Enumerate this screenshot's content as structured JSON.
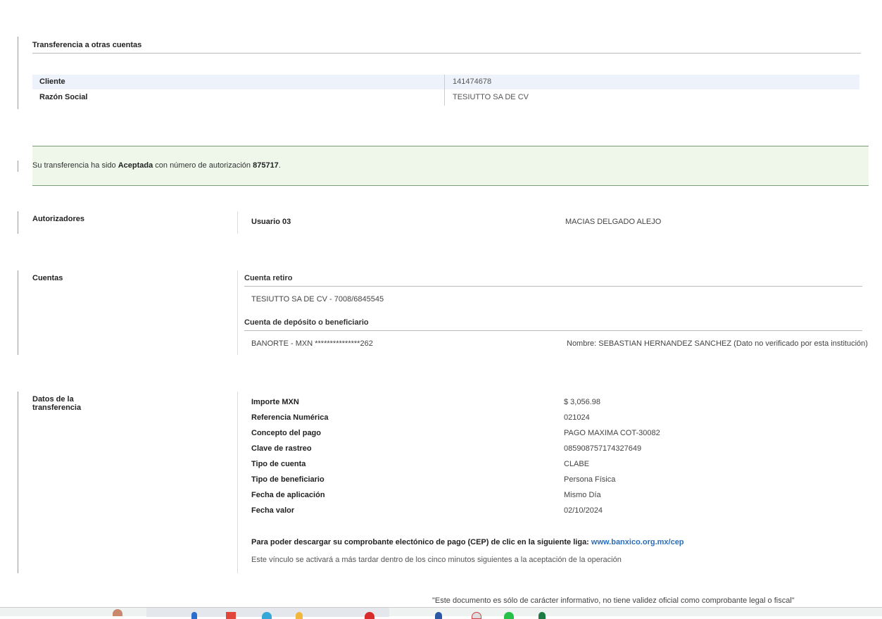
{
  "header": {
    "title": "Transferencia a otras cuentas"
  },
  "client": {
    "rows": [
      {
        "label": "Cliente",
        "value": "141474678"
      },
      {
        "label": "Razón Social",
        "value": "TESIUTTO SA DE CV"
      }
    ]
  },
  "alert": {
    "prefix": "Su transferencia ha sido ",
    "status": "Aceptada",
    "middle": " con número de autorización ",
    "auth": "875717",
    "suffix": ".",
    "color": "#eef7ea"
  },
  "autorizadores": {
    "title": "Autorizadores",
    "user": "Usuario 03",
    "name": "MACIAS DELGADO ALEJO"
  },
  "cuentas": {
    "title": "Cuentas",
    "retiro_label": "Cuenta retiro",
    "retiro_value": "TESIUTTO SA DE CV - 7008/6845545",
    "deposito_label": "Cuenta de depósito o beneficiario",
    "deposito_value": "BANORTE - MXN ***************262",
    "deposito_name": "Nombre: SEBASTIAN HERNANDEZ SANCHEZ (Dato no verificado por esta institución)"
  },
  "datos": {
    "title_line1": "Datos de la",
    "title_line2": "transferencia",
    "rows": [
      {
        "label": "Importe MXN",
        "value": "$ 3,056.98"
      },
      {
        "label": "Referencia Numérica",
        "value": "021024"
      },
      {
        "label": "Concepto del pago",
        "value": "PAGO MAXIMA COT-30082"
      },
      {
        "label": "Clave de rastreo",
        "value": "085908757174327649"
      },
      {
        "label": "Tipo de cuenta",
        "value": "CLABE"
      },
      {
        "label": "Tipo de beneficiario",
        "value": "Persona Física"
      },
      {
        "label": "Fecha de aplicación",
        "value": "Mismo Día"
      },
      {
        "label": "Fecha valor",
        "value": "02/10/2024"
      }
    ],
    "cep_text": "Para poder descargar su comprobante electónico de pago (CEP) de clic en la siguiente liga: ",
    "cep_link": "www.banxico.org.mx/cep",
    "cep_note": "Este vínculo se activará a más tardar dentro de los cinco minutos siguientes a la aceptación de la operación"
  },
  "footer": {
    "disclaimer": "\"Este documento es sólo de carácter informativo, no tiene validez oficial como comprobante legal o fiscal\""
  },
  "colors": {
    "link": "#2a6ebb",
    "client_row": "#eef2fa"
  }
}
